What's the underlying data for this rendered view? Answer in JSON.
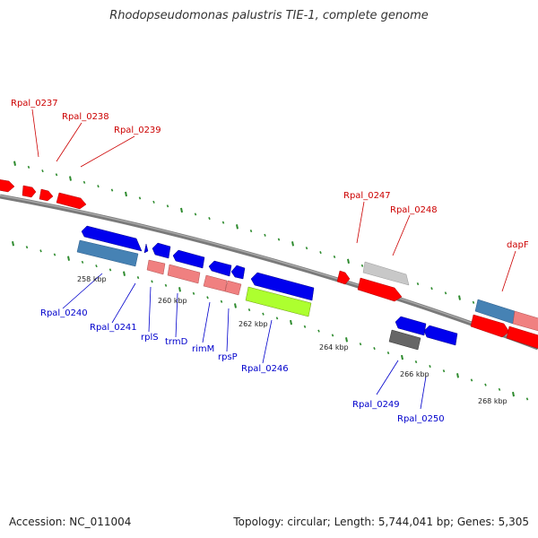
{
  "title": "Rhodopseudomonas palustris TIE-1, complete genome",
  "footer": {
    "accession": "Accession: NC_011004",
    "info": "Topology: circular; Length: 5,744,041 bp; Genes: 5,305"
  },
  "colors": {
    "top_label": "#cc0000",
    "bottom_label": "#0000cc",
    "tick": "#2e8b2e",
    "backbone": "#888888"
  },
  "scale_labels": [
    "258 kbp",
    "260 kbp",
    "262 kbp",
    "264 kbp",
    "266 kbp",
    "268 kbp"
  ],
  "gene_labels_top": [
    "Rpal_0237",
    "Rpal_0238",
    "Rpal_0239",
    "Rpal_0247",
    "Rpal_0248",
    "dapF"
  ],
  "gene_labels_bottom": [
    "Rpal_0240",
    "Rpal_0241",
    "rplS",
    "trmD",
    "rimM",
    "rpsP",
    "Rpal_0246",
    "Rpal_0249",
    "Rpal_0250"
  ]
}
